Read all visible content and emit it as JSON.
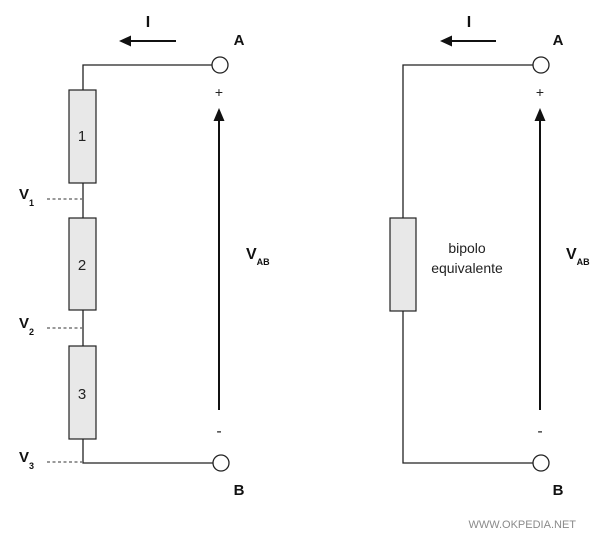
{
  "left_circuit": {
    "current_label": "I",
    "terminal_a": "A",
    "terminal_b": "B",
    "plus": "+",
    "minus": "-",
    "voltage": {
      "main": "V",
      "sub": "AB"
    },
    "resistors": [
      "1",
      "2",
      "3"
    ],
    "node_labels": [
      {
        "main": "V",
        "sub": "1"
      },
      {
        "main": "V",
        "sub": "2"
      },
      {
        "main": "V",
        "sub": "3"
      }
    ]
  },
  "right_circuit": {
    "current_label": "I",
    "terminal_a": "A",
    "terminal_b": "B",
    "plus": "+",
    "minus": "-",
    "voltage": {
      "main": "V",
      "sub": "AB"
    },
    "bipole_line1": "bipolo",
    "bipole_line2": "equivalente"
  },
  "watermark": "WWW.OKPEDIA.NET"
}
